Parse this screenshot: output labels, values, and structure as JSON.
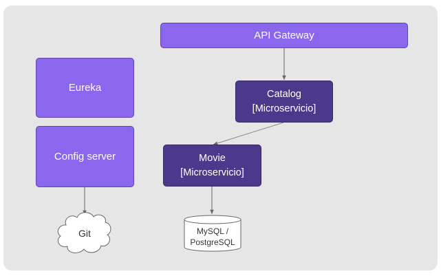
{
  "diagram": {
    "api_gateway": {
      "label": "API Gateway"
    },
    "eureka": {
      "label": "Eureka"
    },
    "config_server": {
      "label": "Config server"
    },
    "catalog": {
      "name": "Catalog",
      "type": "[Microservicio]"
    },
    "movie": {
      "name": "Movie",
      "type": "[Microservicio]"
    },
    "database": {
      "line1": "MySQL /",
      "line2": "PostgreSQL"
    },
    "git": {
      "label": "Git"
    },
    "colors": {
      "panel_bg": "#e6e6e6",
      "light_node": "#8b67ee",
      "dark_node": "#4b3a8c",
      "connector": "#666666"
    }
  }
}
